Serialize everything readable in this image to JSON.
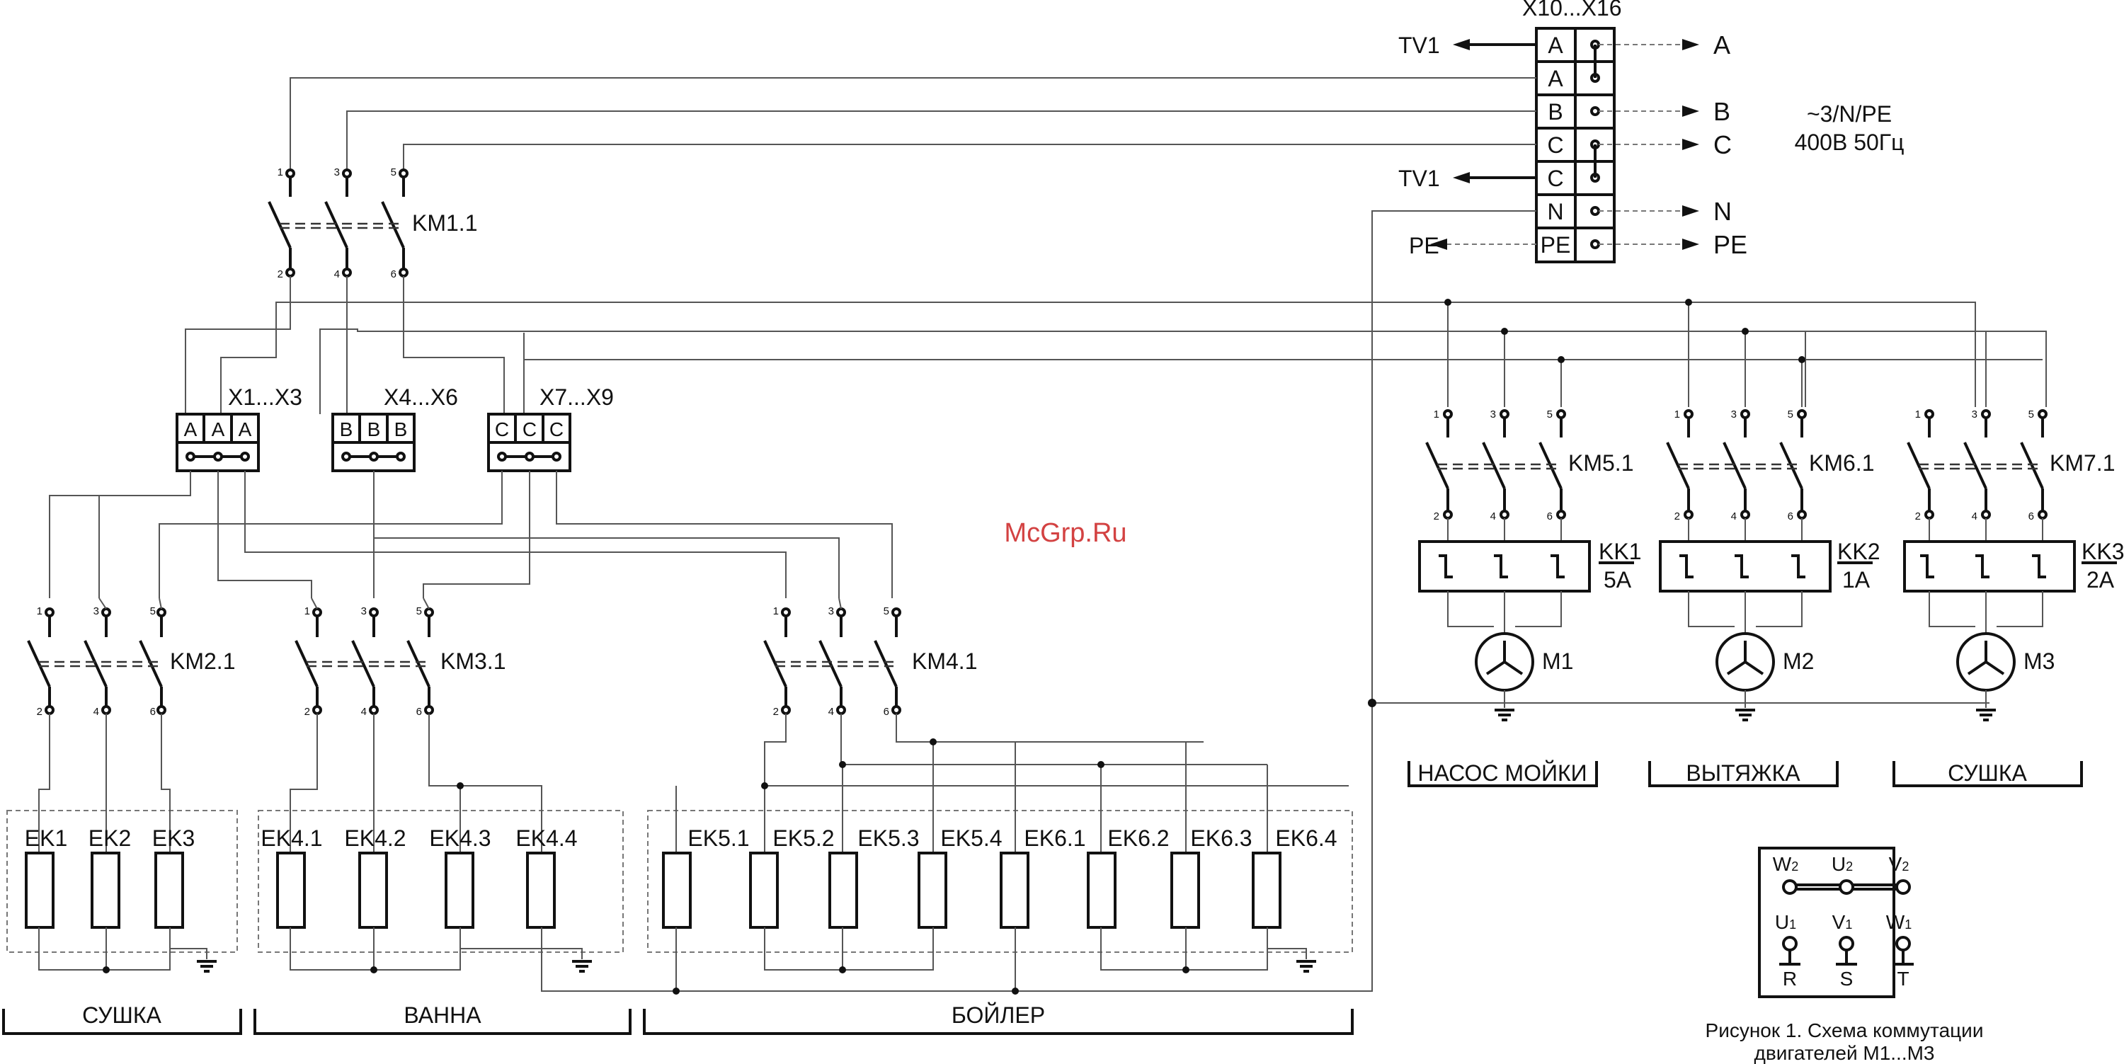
{
  "watermark": "McGrp.Ru",
  "terminal_block": {
    "title": "X10...X16",
    "rows": [
      "A",
      "A",
      "B",
      "C",
      "C",
      "N",
      "PE"
    ],
    "out_left": [
      "TV1",
      "TV1",
      "PE"
    ],
    "out_right": [
      "A",
      "B",
      "C",
      "N",
      "PE"
    ]
  },
  "supply": {
    "line1": "~3/N/PE",
    "line2": "400В 50Гц"
  },
  "terminal_groups": [
    {
      "title": "X1...X3",
      "cells": [
        "A",
        "A",
        "A"
      ]
    },
    {
      "title": "X4...X6",
      "cells": [
        "B",
        "B",
        "B"
      ]
    },
    {
      "title": "X7...X9",
      "cells": [
        "C",
        "C",
        "C"
      ]
    }
  ],
  "contact_numbers": {
    "top": [
      "1",
      "3",
      "5"
    ],
    "bottom": [
      "2",
      "4",
      "6"
    ]
  },
  "contactors": [
    "KM1.1",
    "KM2.1",
    "KM3.1",
    "KM4.1",
    "KM5.1",
    "KM6.1",
    "KM7.1"
  ],
  "overloads": [
    {
      "name": "KK1",
      "rating": "5A"
    },
    {
      "name": "KK2",
      "rating": "1A"
    },
    {
      "name": "KK3",
      "rating": "2A"
    }
  ],
  "motors": [
    "M1",
    "M2",
    "M3"
  ],
  "motor_loads": [
    "НАСОС МОЙКИ",
    "ВЫТЯЖКА",
    "СУШКА"
  ],
  "heaters": {
    "dryer": [
      "EK1",
      "EK2",
      "EK3"
    ],
    "bath": [
      "EK4.1",
      "EK4.2",
      "EK4.3",
      "EK4.4"
    ],
    "boiler": [
      "EK5.1",
      "EK5.2",
      "EK5.3",
      "EK5.4",
      "EK6.1",
      "EK6.2",
      "EK6.3",
      "EK6.4"
    ]
  },
  "sections": [
    "СУШКА",
    "ВАННА",
    "БОЙЛЕР"
  ],
  "motor_wiring": {
    "top_labels": [
      "W",
      "U",
      "V"
    ],
    "top_subs": [
      "2",
      "2",
      "2"
    ],
    "mid_labels": [
      "U",
      "V",
      "W"
    ],
    "mid_subs": [
      "1",
      "1",
      "1"
    ],
    "phase_labels": [
      "R",
      "S",
      "T"
    ]
  },
  "caption": {
    "line1": "Рисунок 1. Схема коммутации",
    "line2": "двигателей М1...М3"
  }
}
